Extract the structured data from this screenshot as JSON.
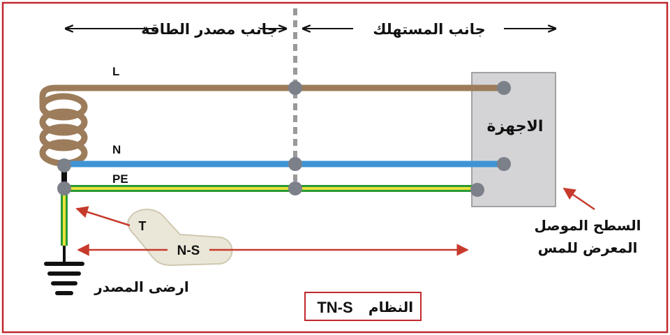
{
  "labels": {
    "source_side": "جانب مصدر الطاقة",
    "consumer_side": "جانب المستهلك",
    "wire_l": "L",
    "wire_n": "N",
    "wire_pe": "PE",
    "equipment": "الاجهزة",
    "exposed_part_line1": "السطح الموصل",
    "exposed_part_line2": "المعرض للمس",
    "source_earth": "ارضى المصدر",
    "t_label": "T",
    "ns_label": "N-S",
    "system_title_ar": "النظام",
    "system_title_code": "TN-S"
  },
  "colors": {
    "border": "#c0282e",
    "wire_l": "#9c7c5a",
    "wire_n": "#3e94d4",
    "wire_pe_green": "#2a9a34",
    "wire_pe_yellow": "#e9e23a",
    "node": "#7c8088",
    "device_box": "#d4d4d6",
    "blob": "#ebe7d8",
    "arrow_red": "#c63a2c"
  },
  "icons": {
    "earth": "earth-ground-icon",
    "coil": "transformer-coil-icon"
  }
}
